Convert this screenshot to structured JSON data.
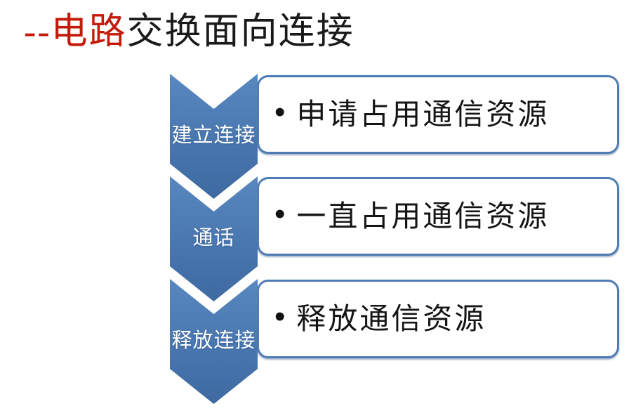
{
  "title": {
    "highlight": "--电路",
    "rest": "交换面向连接"
  },
  "steps": [
    {
      "label": "建立连接",
      "bullet": "•",
      "detail": "申请占用通信资源"
    },
    {
      "label": "通话",
      "bullet": "•",
      "detail": "一直占用通信资源"
    },
    {
      "label": "释放连接",
      "bullet": "•",
      "detail": "释放通信资源"
    }
  ],
  "colors": {
    "title_highlight": "#c41a0a",
    "title_text": "#1a1a1a",
    "chevron_blue": "#4a77b0",
    "box_border": "#4f7cb5",
    "label_text": "#ffffff"
  }
}
